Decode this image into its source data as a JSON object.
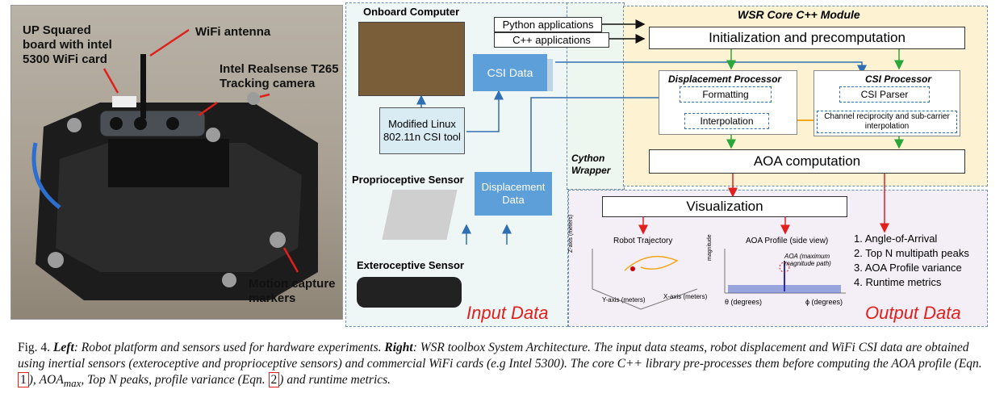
{
  "photo": {
    "labels": {
      "up_squared": "UP Squared board with intel 5300 WiFi card",
      "wifi_antenna": "WiFi antenna",
      "realsense": "Intel Realsense T265 Tracking camera",
      "motion_capture": "Motion capture markers"
    }
  },
  "arch": {
    "onboard_computer": "Onboard Computer",
    "python_apps": "Python applications",
    "cpp_apps": "C++ applications",
    "modified_tool": "Modified Linux 802.11n CSI tool",
    "csi_data": "CSI Data",
    "proprio_sensor": "Proprioceptive Sensor",
    "displacement_data": "Displacement Data",
    "extero_sensor": "Exteroceptive Sensor",
    "input_data": "Input Data",
    "cython_wrapper": "Cython Wrapper",
    "core_title": "WSR Core C++ Module",
    "init": "Initialization and precomputation",
    "disp_processor": "Displacement Processor",
    "formatting": "Formatting",
    "interpolation": "Interpolation",
    "csi_processor": "CSI Processor",
    "csi_parser": "CSI Parser",
    "channel_reciprocity": "Channel reciprocity and sub-carrier interpolation",
    "aoa_computation": "AOA computation",
    "visualization": "Visualization",
    "robot_trajectory": "Robot Trajectory",
    "aoa_profile": "AOA Profile (side view)",
    "aoa_annotation": "AOA (maximum magnitude path)",
    "output_data": "Output Data",
    "outputs": [
      "1. Angle-of-Arrival",
      "2. Top N multipath peaks",
      "3. AOA Profile variance",
      "4. Runtime metrics"
    ],
    "traj_axes": {
      "z": "Z-axis (meters)",
      "y": "Y-axis (meters)",
      "x": "X-axis (meters)"
    },
    "aoa_axes": {
      "mag": "magnitude",
      "theta": "θ (degrees)",
      "phi": "ϕ (degrees)"
    }
  },
  "caption": {
    "fig": "Fig. 4.",
    "left": "Left",
    "left_text": ": Robot platform and sensors used for hardware experiments.",
    "right": "Right",
    "right_text": ": WSR toolbox System Architecture. The input data steams, robot displacement and WiFi CSI data are obtained using inertial sensors (exteroceptive and proprioceptive sensors) and commercial WiFi cards (e.g Intel 5300). The core C++ library pre-processes them before computing the AOA profile (Eqn.",
    "eq1": "1",
    "mid": "),",
    "aoa_max": "AOA",
    "aoa_max_sub": "max",
    "tail": ", Top N peaks, profile variance (Eqn.",
    "eq2": "2",
    "end": ") and runtime metrics."
  },
  "colors": {
    "red": "#e0201c",
    "blue": "#2f6fb2",
    "green": "#2aa63a",
    "orange": "#f2a71b",
    "core_bg": "#fdf3d2",
    "output_bg": "#f4eef6",
    "input_bg": "#eef6f6"
  }
}
